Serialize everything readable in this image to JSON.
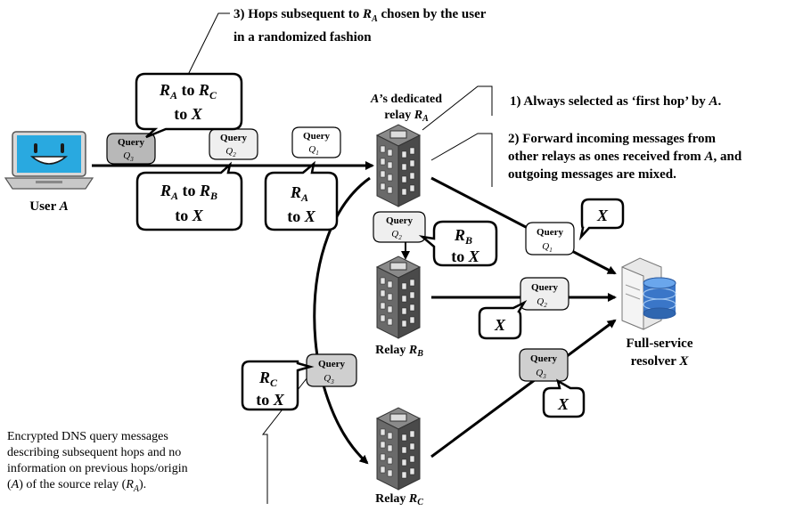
{
  "notes": {
    "hops_random": "3) Hops subsequent to",
    "hops_random_tail": "chosen by the user",
    "hops_random_line2": "in a randomized fashion",
    "first_hop": "1) Always selected as ‘first hop’ by",
    "forward_line1": "2) Forward incoming messages from",
    "forward_line2": "other relays as ones received from",
    "forward_line2_end": ", and",
    "forward_line3": "outgoing messages are mixed."
  },
  "caption": {
    "line1": "Encrypted DNS query messages",
    "line2": "describing subsequent hops and no",
    "line3": "information on previous hops/origin",
    "line4_pre": "(",
    "line4_mid": ") of the source relay (",
    "line4_end": ")."
  },
  "symbols": {
    "A": "A",
    "R": "R",
    "X": "X",
    "sub_A": "A",
    "sub_B": "B",
    "sub_C": "C"
  },
  "user": {
    "label": "User"
  },
  "relays": {
    "dedicated_line1": "’s dedicated",
    "dedicated_line2": "relay",
    "relay_b": "Relay",
    "relay_c": "Relay"
  },
  "resolver": {
    "line1": "Full-service",
    "line2": "resolver"
  },
  "queries": {
    "word": "Query",
    "q1": "Q",
    "q1_sub": "1",
    "q2_sub": "2",
    "q3_sub": "3"
  },
  "bubbles": {
    "to": "to"
  },
  "colors": {
    "light_gray": "#efefef",
    "mid_gray": "#cfcfcf",
    "dark_gray": "#b8b8b8",
    "building": "#606060",
    "laptop_blue": "#29a9e0"
  }
}
